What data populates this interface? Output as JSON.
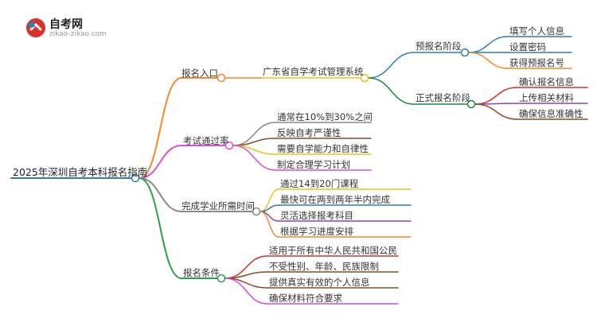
{
  "logo": {
    "title": "自考网",
    "url": "zikao-zikao.com"
  },
  "root": "2025年深圳自考本科报名指南",
  "branches": [
    {
      "label": "报名入口",
      "color": "#f08a2a",
      "sub": [
        {
          "label": "广东省自学考试管理系统",
          "sub": [
            {
              "label": "预报名阶段",
              "color": "#2f7fb0",
              "leaves": [
                "填写个人信息",
                "设置密码",
                "获得预报名号"
              ],
              "leafColors": [
                "#2f7fb0",
                "#2f7fb0",
                "#f08a2a"
              ]
            },
            {
              "label": "正式报名阶段",
              "color": "#1a8a3a",
              "leaves": [
                "确认报名信息",
                "上传相关材料",
                "确保信息准确性"
              ],
              "leafColors": [
                "#d9302a",
                "#8e44ad",
                "#8b4a2b"
              ]
            }
          ]
        }
      ]
    },
    {
      "label": "考试通过率",
      "color": "#d84fd4",
      "leaves": [
        "通常在10%到30%之间",
        "反映自考严谨性",
        "需要自学能力和自律性",
        "制定合理学习计划"
      ],
      "leafColors": [
        "#888888",
        "#8b4a2b",
        "#e6c51a",
        "#d84fd4"
      ]
    },
    {
      "label": "完成学业所需时间",
      "color": "#888888",
      "leaves": [
        "通过14到20门课程",
        "最快可在两到两年半内完成",
        "灵活选择报考科目",
        "根据学习进度安排"
      ],
      "leafColors": [
        "#e6c51a",
        "#2f7fb0",
        "#8e44ad",
        "#f08a2a"
      ]
    },
    {
      "label": "报名条件",
      "color": "#2aa04a",
      "leaves": [
        "适用于所有中华人民共和国公民",
        "不受性别、年龄、民族限制",
        "提供真实有效的个人信息",
        "确保材料符合要求"
      ],
      "leafColors": [
        "#d9302a",
        "#8b4a2b",
        "#8b4a2b",
        "#d84fd4"
      ]
    }
  ],
  "colors": {
    "root": "#2f7fb0",
    "system": "#e6c51a"
  }
}
